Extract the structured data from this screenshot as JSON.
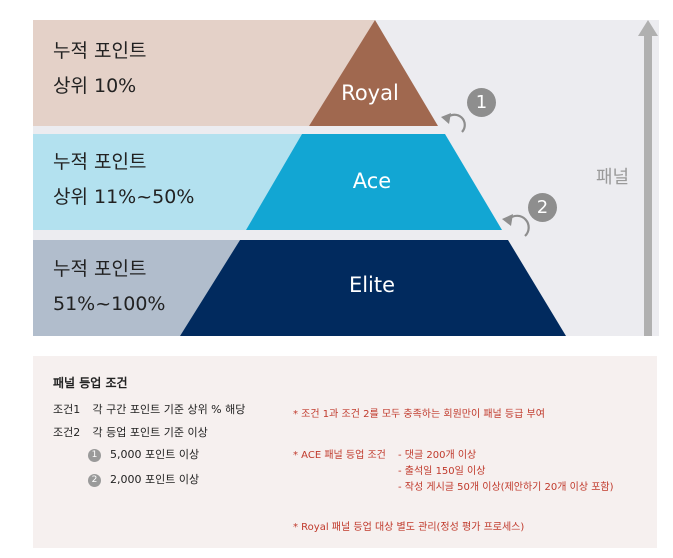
{
  "tiers": [
    {
      "name": "Royal",
      "line1": "누적 포인트",
      "line2": "상위 10%"
    },
    {
      "name": "Ace",
      "line1": "누적 포인트",
      "line2": "상위 11%~50%"
    },
    {
      "name": "Elite",
      "line1": "누적 포인트",
      "line2": "51%~100%"
    }
  ],
  "panel_label": "패널",
  "steps": [
    "1",
    "2"
  ],
  "colors": {
    "royal": "#a0684f",
    "ace": "#12a6d3",
    "elite": "#012a5e",
    "band_royal": "#e4d1c8",
    "band_ace": "#b3e1ef",
    "band_elite": "#b1bdcc",
    "panel_bg": "#ececf0",
    "arrow": "#b0b0b0",
    "note_red": "#c0392b"
  },
  "conditions": {
    "title": "패널 등업 조건",
    "cond1_tag": "조건1",
    "cond1_text": "각 구간 포인트 기준 상위 % 해당",
    "cond2_tag": "조건2",
    "cond2_text": "각 등업 포인트 기준 이상",
    "sub": [
      {
        "num": "1",
        "text": "5,000 포인트 이상"
      },
      {
        "num": "2",
        "text": "2,000 포인트 이상"
      }
    ],
    "notes": {
      "n1": "* 조건 1과 조건 2를 모두 충족하는 회원만이 패널 등급 부여",
      "n2_head": "* ACE 패널 등업 조건",
      "n2_items": [
        "- 댓글 200개 이상",
        "- 출석일 150일 이상",
        "- 작성 게시글 50개 이상(제안하기 20개 이상 포함)"
      ],
      "n3": "* Royal 패널 등업 대상 별도 관리(정성 평가 프로세스)"
    }
  }
}
